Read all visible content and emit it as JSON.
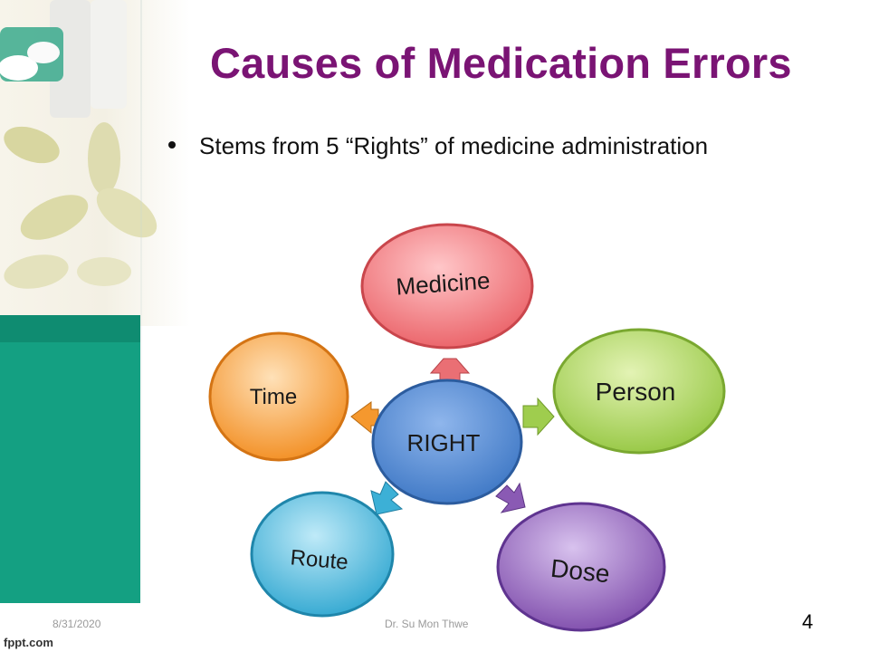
{
  "slide": {
    "title": "Causes of Medication Errors",
    "bullet": "Stems from 5 “Rights” of medicine administration"
  },
  "diagram": {
    "center": "RIGHT",
    "nodes": [
      {
        "id": "medicine",
        "label": "Medicine"
      },
      {
        "id": "person",
        "label": "Person"
      },
      {
        "id": "dose",
        "label": "Dose"
      },
      {
        "id": "route",
        "label": "Route"
      },
      {
        "id": "time",
        "label": "Time"
      }
    ]
  },
  "footer": {
    "date": "8/31/2020",
    "author": "Dr. Su Mon Thwe",
    "slide_number": "4",
    "brand": "fppt.com"
  },
  "colors": {
    "title": "#7a1474",
    "teal": "#14a082",
    "center": "#3c76c4",
    "medicine": "#ee6f74",
    "person": "#9fcd4e",
    "dose": "#8a5ab4",
    "route": "#3cb0d6",
    "time": "#f5982e"
  }
}
